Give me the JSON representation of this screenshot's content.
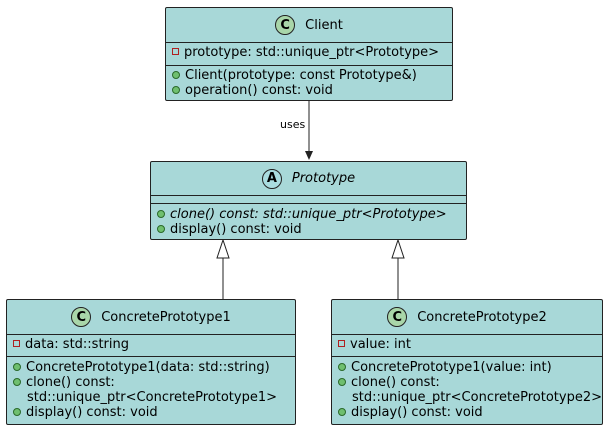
{
  "client": {
    "name": "Client",
    "stereotype": "C",
    "attributes": [
      "prototype: std::unique_ptr<Prototype>"
    ],
    "methods": [
      "Client(prototype: const Prototype&)",
      "operation() const: void"
    ]
  },
  "prototype": {
    "name": "Prototype",
    "stereotype": "A",
    "methods": [
      "clone() const: std::unique_ptr<Prototype>",
      "display() const: void"
    ]
  },
  "concrete1": {
    "name": "ConcretePrototype1",
    "stereotype": "C",
    "attributes": [
      "data: std::string"
    ],
    "methods": [
      "ConcretePrototype1(data: std::string)",
      "clone() const:",
      "std::unique_ptr<ConcretePrototype1>",
      "display() const: void"
    ]
  },
  "concrete2": {
    "name": "ConcretePrototype2",
    "stereotype": "C",
    "attributes": [
      "value: int"
    ],
    "methods": [
      "ConcretePrototype1(value: int)",
      "clone() const:",
      "std::unique_ptr<ConcretePrototype2>",
      "display() const: void"
    ]
  },
  "relations": {
    "uses_label": "uses"
  }
}
